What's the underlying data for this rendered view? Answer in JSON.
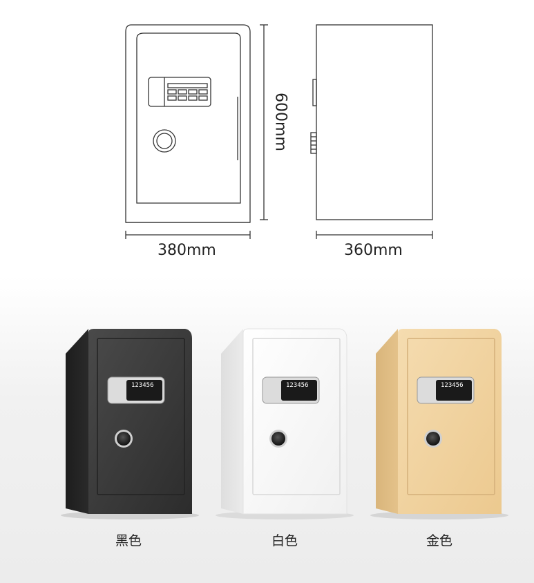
{
  "dimensions": {
    "width": "380mm",
    "depth": "360mm",
    "height": "600mm"
  },
  "panel_display": "123456",
  "variants": [
    {
      "label": "黑色",
      "color": "#2b2b2b",
      "door": "#3a3a3a"
    },
    {
      "label": "白色",
      "color": "#f4f4f4",
      "door": "#ffffff"
    },
    {
      "label": "金色",
      "color": "#e9c995",
      "door": "#f2d9aa"
    }
  ]
}
